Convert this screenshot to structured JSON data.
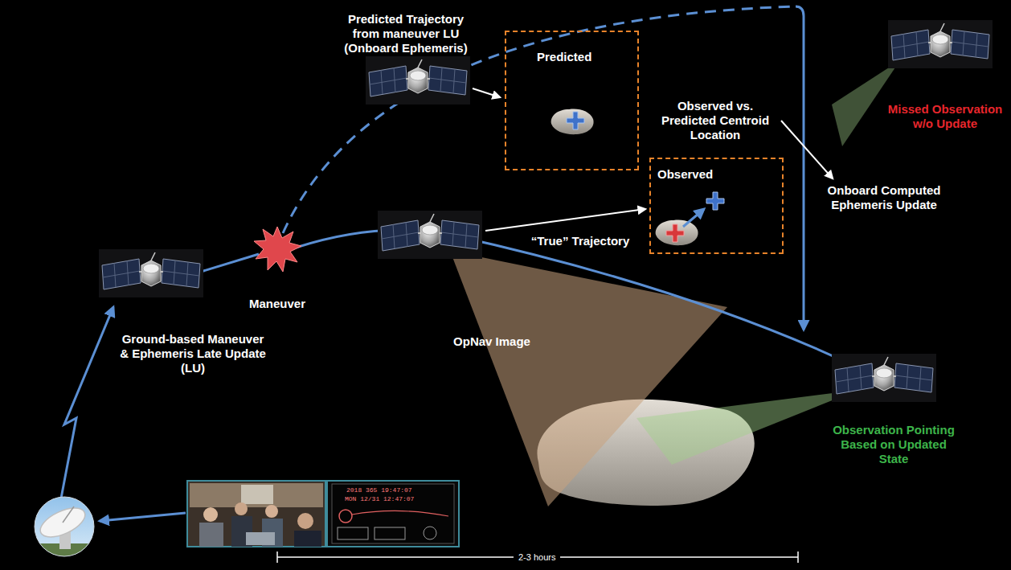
{
  "diagram": {
    "nodes": [
      {
        "text": [
          "Predicted"
        ]
      },
      {
        "text": [
          "Observed"
        ]
      }
    ],
    "labels": [
      "Predicted Trajectory from maneuver LU (Onboard Ephemeris)",
      "Observed vs. Predicted Centroid Location",
      "Missed Observation w/o Update",
      "Onboard Computed Ephemeris Update",
      "“True” Trajectory",
      "Maneuver",
      "OpNav Image",
      "Ground-based Maneuver & Ephemeris Late Update (LU)",
      "Observation Pointing Based on Updated State",
      "2018 365 19:47:07",
      "MON 12/31 12:47:07",
      "2-3 hours"
    ]
  }
}
